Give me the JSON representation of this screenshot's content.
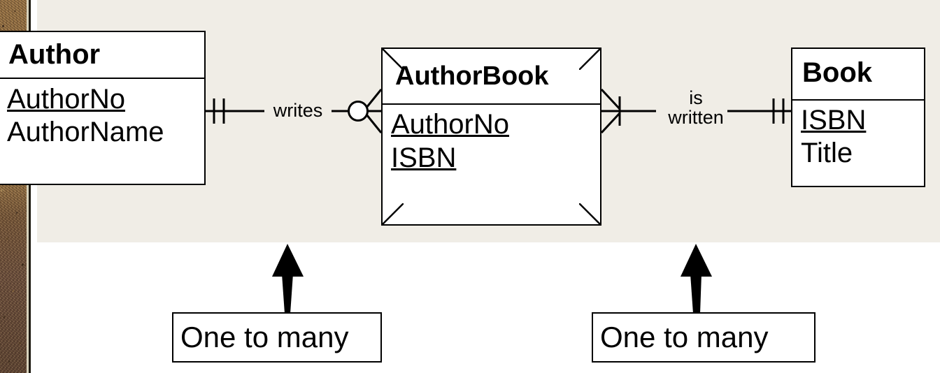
{
  "diagram": {
    "type": "entity-relationship-diagram",
    "notation": "crows-foot",
    "panel_background": "#f0ede6",
    "entities": [
      {
        "id": "author",
        "name": "Author",
        "attributes": [
          {
            "label": "AuthorNo",
            "primary_key": true
          },
          {
            "label": "AuthorName",
            "primary_key": false
          }
        ]
      },
      {
        "id": "authorbook",
        "name": "AuthorBook",
        "associative": true,
        "attributes": [
          {
            "label": "AuthorNo",
            "primary_key": true
          },
          {
            "label": "ISBN",
            "primary_key": true
          }
        ]
      },
      {
        "id": "book",
        "name": "Book",
        "attributes": [
          {
            "label": "ISBN",
            "primary_key": true
          },
          {
            "label": "Title",
            "primary_key": false
          }
        ]
      }
    ],
    "relationships": [
      {
        "id": "writes",
        "label": "writes",
        "from": "Author",
        "to": "AuthorBook",
        "from_cardinality": "one-and-only-one",
        "to_cardinality": "zero-or-many"
      },
      {
        "id": "is-written",
        "label": "is\nwritten",
        "from": "AuthorBook",
        "to": "Book",
        "from_cardinality": "one-or-many",
        "to_cardinality": "one-and-only-one"
      }
    ],
    "annotations": [
      {
        "id": "callout-left",
        "label": "One to many",
        "points_at": "writes"
      },
      {
        "id": "callout-right",
        "label": "One to many",
        "points_at": "is-written"
      }
    ]
  }
}
